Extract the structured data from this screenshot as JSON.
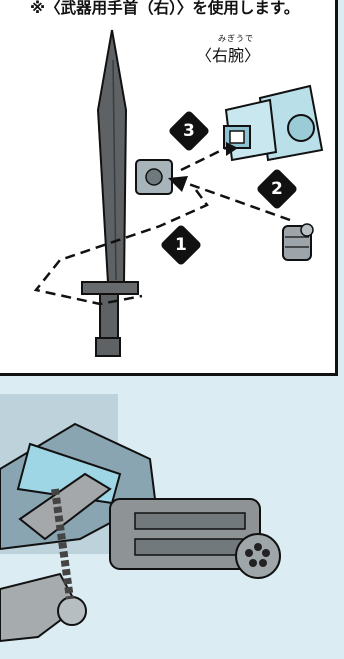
{
  "note": {
    "text": "※〈武器用手首（右）〉を使用します。"
  },
  "arm_label": {
    "ruby": "みぎうで",
    "text": "〈右腕〉"
  },
  "steps": [
    "1",
    "2",
    "3"
  ],
  "colors": {
    "arm": "#b9dfe9",
    "hand_gray": "#9da5aa",
    "sword": "#5f6264",
    "outline": "#111111"
  }
}
